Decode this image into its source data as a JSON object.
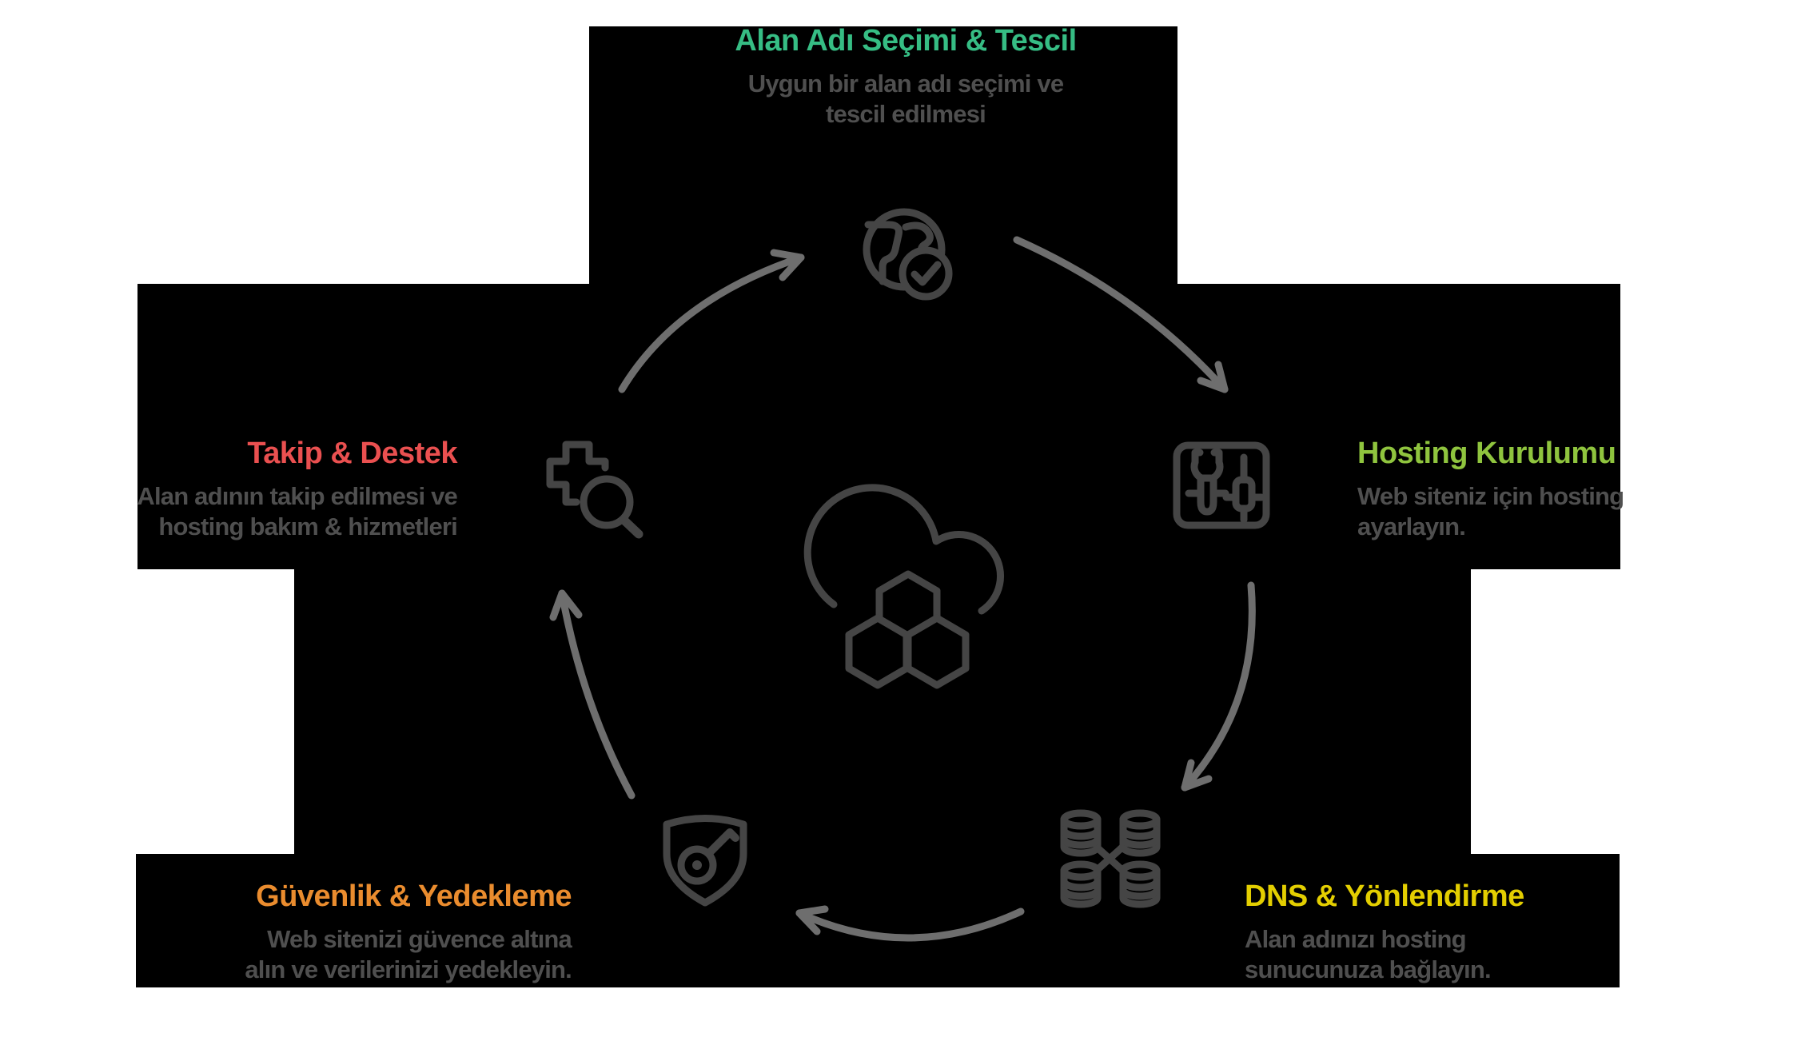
{
  "diagram": {
    "type": "circular-process",
    "language": "tr",
    "topic": "Alan adı & hosting kurulum döngüsü"
  },
  "colors": {
    "panel": "#000000",
    "subtitle": "#4f4f4f",
    "icon_stroke": "#454545",
    "arrow_stroke": "#6e6e6e"
  },
  "center_icon": "cloud-hexagons",
  "steps": [
    {
      "id": "domain",
      "title": "Alan Adı Seçimi & Tescil",
      "subtitle": "Uygun bir alan adı seçimi ve\ntescil edilmesi",
      "color": "#36bd84",
      "icon": "globe-check",
      "position": "top"
    },
    {
      "id": "hosting",
      "title": "Hosting Kurulumu",
      "subtitle": "Web siteniz için hosting\nayarlayın.",
      "color": "#8fc43e",
      "icon": "tools-panel",
      "position": "right"
    },
    {
      "id": "dns",
      "title": "DNS & Yönlendirme",
      "subtitle": "Alan adınızı hosting\nsunucunuza bağlayın.",
      "color": "#e3ce00",
      "icon": "database-network",
      "position": "bottom-right"
    },
    {
      "id": "security",
      "title": "Güvenlik & Yedekleme",
      "subtitle": "Web sitenizi güvence altına\nalın ve verilerinizi yedekleyin.",
      "color": "#ea8c2e",
      "icon": "shield-key",
      "position": "bottom-left"
    },
    {
      "id": "support",
      "title": "Takip & Destek",
      "subtitle": "Alan adının takip edilmesi ve\nhosting bakım & hizmetleri",
      "color": "#ea5050",
      "icon": "plus-magnifier",
      "position": "left"
    }
  ]
}
